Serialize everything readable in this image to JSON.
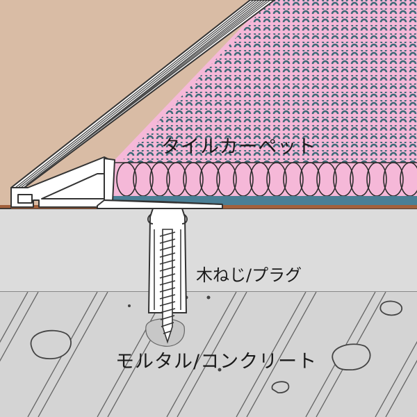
{
  "labels": {
    "carpet": "タイルカーペット",
    "screw": "木ねじ/プラグ",
    "mortar": "モルタル/コンクリート"
  },
  "colors": {
    "wall": "#d9bca5",
    "carpet_pile": "#f5b8d8",
    "carpet_pattern": "#3f6a78",
    "backing": "#4a7f96",
    "subfloor_strip": "#a2603c",
    "screed": "#dcdcdc",
    "concrete": "#d4d4d4",
    "profile": "#ffffff",
    "outline": "#333333"
  }
}
